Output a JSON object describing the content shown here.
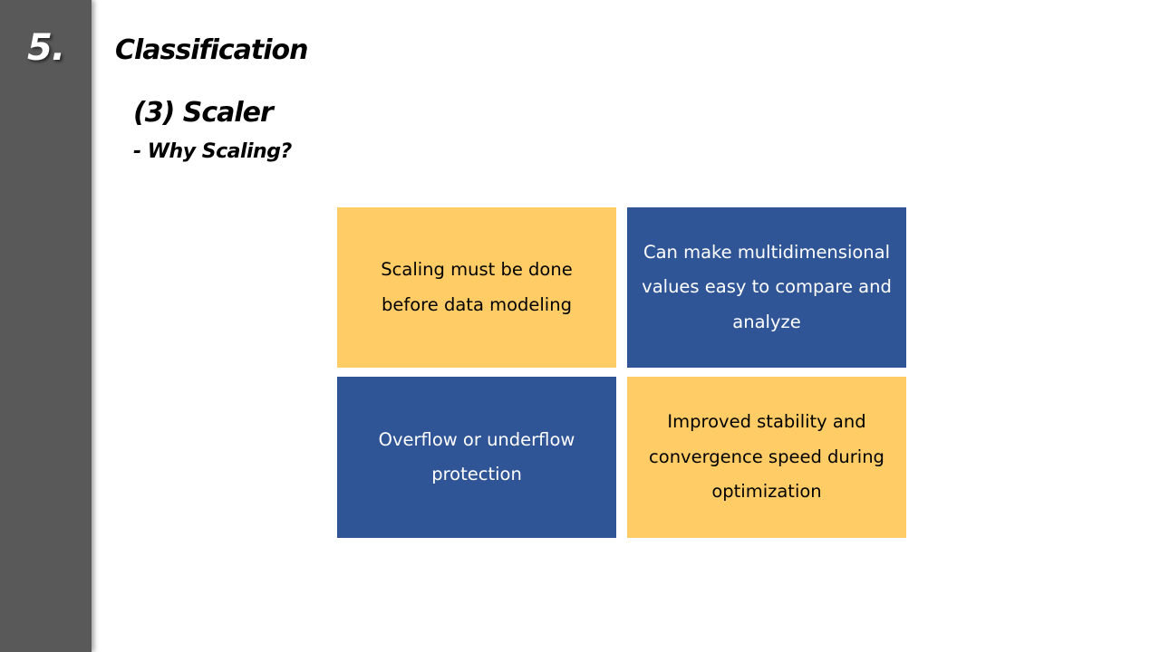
{
  "sidebar": {
    "section_number": "5.",
    "color": "#595959"
  },
  "header": {
    "title": "Classification"
  },
  "subsection": {
    "title": "(3) Scaler",
    "subtitle": "- Why Scaling?"
  },
  "cards": [
    {
      "text": "Scaling must be done before data modeling",
      "color": "#ffcc66"
    },
    {
      "text": "Can make multidimensional values easy to compare and analyze",
      "color": "#2f5597"
    },
    {
      "text": "Overflow or underflow protection",
      "color": "#2f5597"
    },
    {
      "text": "Improved stability and convergence speed during optimization",
      "color": "#ffcc66"
    }
  ]
}
